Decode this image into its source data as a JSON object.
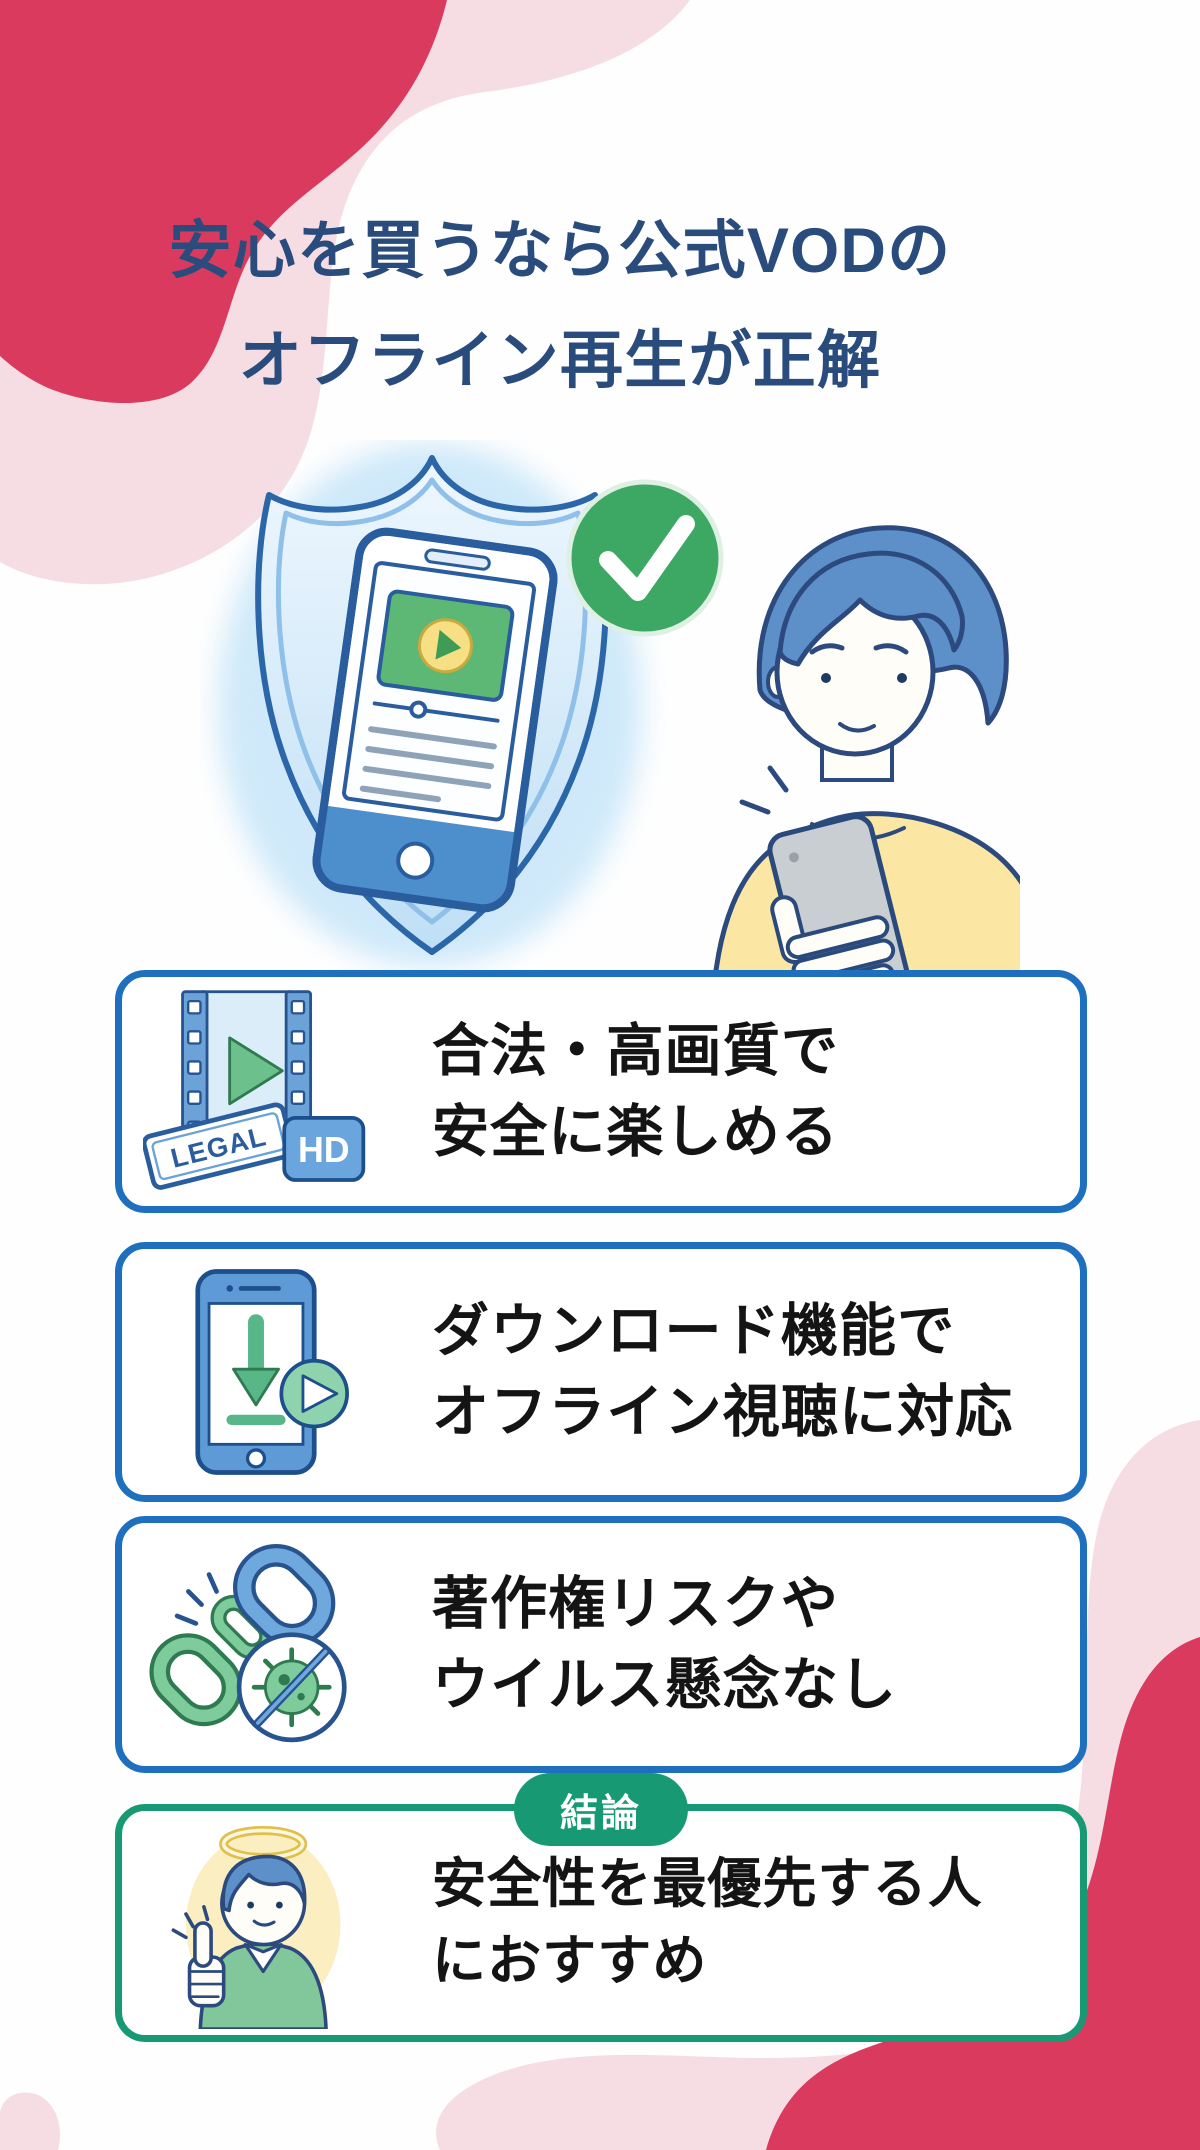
{
  "title": {
    "line1": "安心を買うなら公式VODの",
    "line2": "オフライン再生が正解"
  },
  "cards": [
    {
      "id": "legal-hd",
      "line1": "合法・高画質で",
      "line2": "安全に楽しめる",
      "icon": "film-legal-hd-icon",
      "icon_labels": {
        "legal": "LEGAL",
        "hd": "HD"
      }
    },
    {
      "id": "download-offline",
      "line1": "ダウンロード機能で",
      "line2": "オフライン視聴に対応",
      "icon": "phone-download-icon"
    },
    {
      "id": "no-risk",
      "line1": "著作権リスクや",
      "line2": "ウイルス懸念なし",
      "icon": "broken-link-virus-icon"
    }
  ],
  "conclusion": {
    "badge": "結論",
    "line1": "安全性を最優先する人",
    "line2": "におすすめ",
    "icon": "halo-person-icon"
  },
  "colors": {
    "accent_red": "#d93a5e",
    "accent_pink": "#f6dde4",
    "card_border_blue": "#1e6fbe",
    "conclusion_green": "#179a74",
    "title_navy": "#2a4c7c",
    "text_black": "#141414",
    "check_green": "#3da863",
    "illustration_blue": "#5d8fc9",
    "sweater_yellow": "#fbe7a3"
  }
}
